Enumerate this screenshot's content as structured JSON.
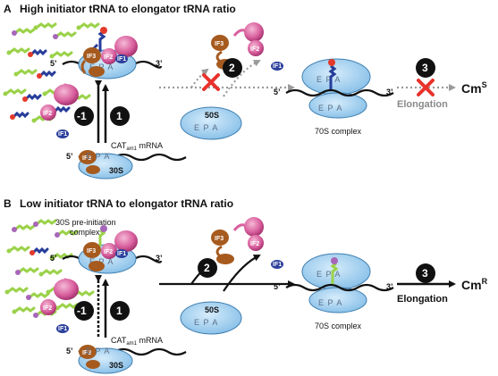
{
  "panels": [
    {
      "letter": "A",
      "title": "High initiator tRNA to elongator tRNA ratio",
      "labels": {
        "five_prime": "5’",
        "three_prime": "3’",
        "mrna": "CAT",
        "mrna_sub": "am1",
        "mrna_suffix": " mRNA",
        "small_subunit": "30S",
        "large_subunit": "50S",
        "epa": "E  P  A",
        "complex": "70S complex",
        "elongation": "Elongation",
        "outcome": "Cm",
        "outcome_sup": "S",
        "preinitiation": ""
      },
      "steps": {
        "minus1": "-1",
        "one": "1",
        "two": "2",
        "three": "3"
      },
      "factors": {
        "if1": "IF1",
        "if2": "IF2",
        "if3": "IF3"
      }
    },
    {
      "letter": "B",
      "title": "Low initiator tRNA to elongator tRNA ratio",
      "labels": {
        "five_prime": "5’",
        "three_prime": "3’",
        "mrna": "CAT",
        "mrna_sub": "am1",
        "mrna_suffix": " mRNA",
        "small_subunit": "30S",
        "large_subunit": "50S",
        "epa": "E  P  A",
        "complex": "70S complex",
        "elongation": "Elongation",
        "outcome": "Cm",
        "outcome_sup": "R",
        "preinitiation": "30S pre-initiation",
        "preinitiation2": "complex"
      },
      "steps": {
        "minus1": "-1",
        "one": "1",
        "two": "2",
        "three": "3"
      },
      "factors": {
        "if1": "IF1",
        "if2": "IF2",
        "if3": "IF3"
      }
    }
  ],
  "colors": {
    "ribosome": "#a9d4f2",
    "ribosome_edge": "#3f7fb0",
    "if3": "#a65a1e",
    "if2": "#d9609e",
    "if1": "#2b3f9c",
    "elongator_trna": "#9bd24a",
    "initiator_trna": "#263c9a",
    "cross": "#e8322b",
    "grey_arrow": "#9a9a9a"
  }
}
